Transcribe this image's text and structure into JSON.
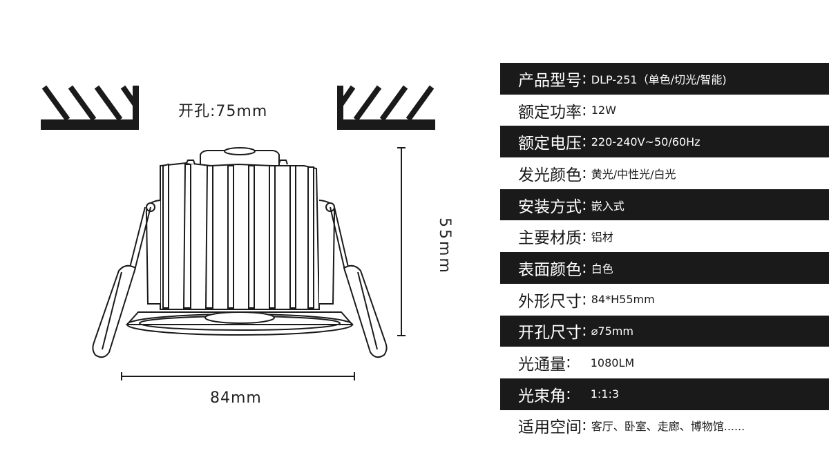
{
  "drawing": {
    "cutout_label": "开孔:75mm",
    "width_label": "84mm",
    "height_label": "55mm"
  },
  "specs": [
    {
      "key": "产品型号",
      "value": "DLP-251（单色/切光/智能)",
      "style": "dark"
    },
    {
      "key": "额定功率",
      "value": "12W",
      "style": "light"
    },
    {
      "key": "额定电压",
      "value": "220-240V~50/60Hz",
      "style": "dark"
    },
    {
      "key": "发光颜色",
      "value": "黄光/中性光/白光",
      "style": "light"
    },
    {
      "key": "安装方式",
      "value": "嵌入式",
      "style": "dark"
    },
    {
      "key": "主要材质",
      "value": "铝材",
      "style": "light"
    },
    {
      "key": "表面颜色",
      "value": "白色",
      "style": "dark"
    },
    {
      "key": "外形尺寸",
      "value": "84*H55mm",
      "style": "light"
    },
    {
      "key": "开孔尺寸",
      "value": "⌀75mm",
      "style": "dark"
    },
    {
      "key": "光通量",
      "value": "1080LM",
      "style": "light"
    },
    {
      "key": "光束角",
      "value": "1:1:3",
      "style": "dark"
    },
    {
      "key": "适用空间",
      "value": "客厅、卧室、走廊、博物馆......",
      "style": "light"
    }
  ],
  "colors": {
    "dark": "#1a1a1a",
    "light": "#ffffff"
  }
}
